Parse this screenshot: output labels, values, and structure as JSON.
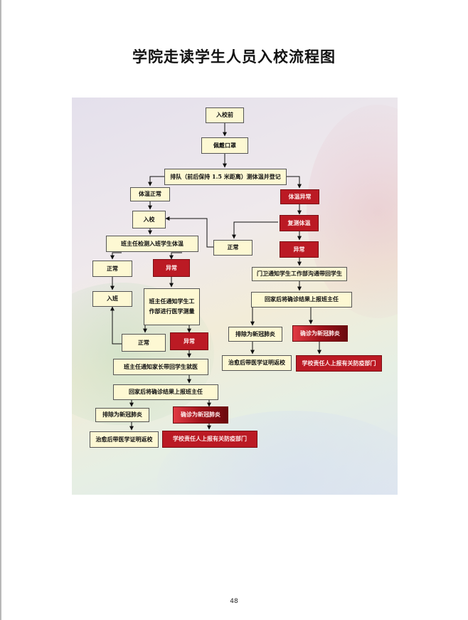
{
  "title": "学院走读学生人员入校流程图",
  "page_number": "48",
  "colors": {
    "normal_box": "#fdf8d3",
    "alert_box": "#bb1a24"
  },
  "nodes": {
    "before_entry": "入校前",
    "wear_mask": "佩戴口罩",
    "queue_temp": "排队（前后保持 1.5 米距离）测体温并登记",
    "temp_normal": "体温正常",
    "temp_abnormal": "体温异常",
    "enter_school": "入校",
    "retest": "复测体温",
    "class_check": "班主任检测入班学生体温",
    "retest_normal": "正常",
    "retest_abnormal": "异常",
    "class_normal": "正常",
    "class_abnormal": "异常",
    "gate_notify": "门卫通知学生工作部沟通带回学生",
    "enter_class": "入班",
    "teacher_notify_line1": "班主任通知学生工",
    "teacher_notify_line2": "作部进行医学测量",
    "return_report_right": "回家后将确诊结果上报班主任",
    "measure_normal": "正常",
    "measure_abnormal": "异常",
    "excluded_right": "排除为新冠肺炎",
    "confirmed_right": "确诊为新冠肺炎",
    "cured_right": "治愈后带医学证明返校",
    "school_report_right": "学校责任人上报有关防疫部门",
    "parent_notify": "班主任通知家长带回学生就医",
    "return_report_left": "回家后将确诊结果上报班主任",
    "excluded_left": "排除为新冠肺炎",
    "confirmed_left": "确诊为新冠肺炎",
    "cured_left": "治愈后带医学证明返校",
    "school_report_left": "学校责任人上报有关防疫部门"
  }
}
